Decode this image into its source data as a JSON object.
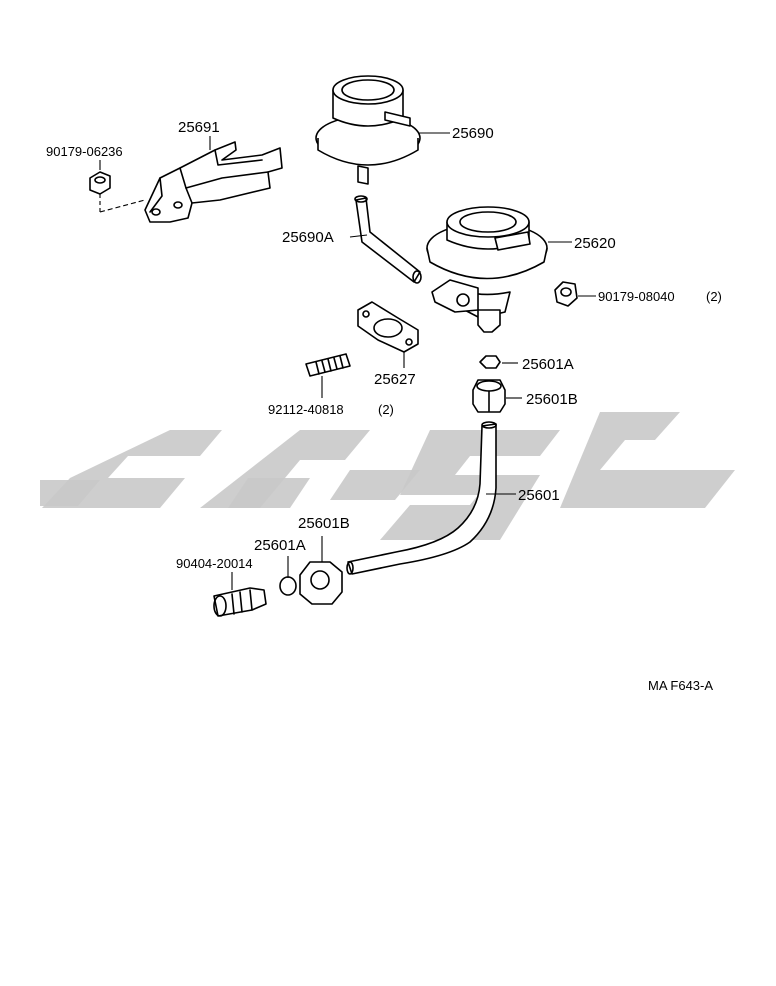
{
  "diagram": {
    "code": "MA F643-A",
    "labels": {
      "p25691": "25691",
      "p90179_06236": "90179-06236",
      "p25690": "25690",
      "p25690A": "25690A",
      "p25620": "25620",
      "p90179_08040": "90179-08040",
      "p90179_08040_qty": "(2)",
      "p25627": "25627",
      "p92112_40818": "92112-40818",
      "p92112_40818_qty": "(2)",
      "p25601A_upper": "25601A",
      "p25601B_upper": "25601B",
      "p25601": "25601",
      "p25601B_lower": "25601B",
      "p25601A_lower": "25601A",
      "p90404_20014": "90404-20014"
    },
    "watermark_color": "#c9c9c9"
  }
}
